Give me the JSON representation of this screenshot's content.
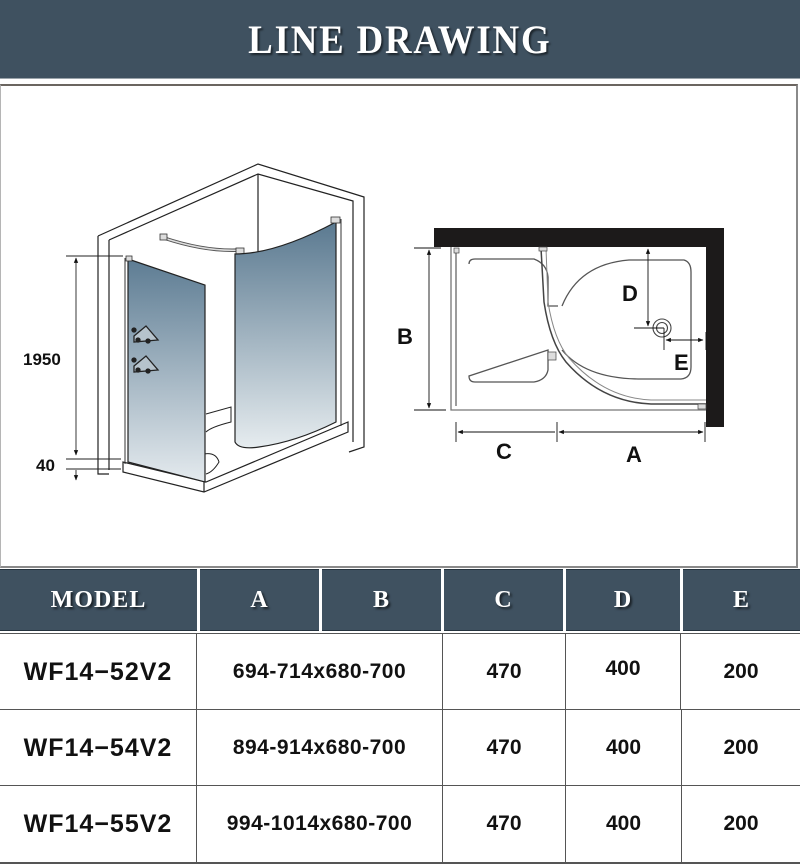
{
  "header": {
    "title": "LINE DRAWING",
    "background_color": "#3f5160",
    "text_color": "#ffffff"
  },
  "drawing": {
    "perspective_view": {
      "height_label": "1950",
      "base_label": "40",
      "glass_color": "#5d7c93",
      "icons": [
        "shelf-icon",
        "shelf-icon"
      ]
    },
    "plan_view": {
      "labels": {
        "a": "A",
        "b": "B",
        "c": "C",
        "d": "D",
        "e": "E"
      },
      "wall_color": "#1c1a1a"
    }
  },
  "table": {
    "header_color": "#3f5160",
    "columns": [
      "MODEL",
      "A",
      "B",
      "C",
      "D",
      "E"
    ],
    "rows": [
      {
        "model": "WF14−52V2",
        "ab": "694-714x680-700",
        "c": "470",
        "d": "400",
        "e": "200"
      },
      {
        "model": "WF14−54V2",
        "ab": "894-914x680-700",
        "c": "470",
        "d": "400",
        "e": "200"
      },
      {
        "model": "WF14−55V2",
        "ab": "994-1014x680-700",
        "c": "470",
        "d": "400",
        "e": "200"
      }
    ]
  }
}
